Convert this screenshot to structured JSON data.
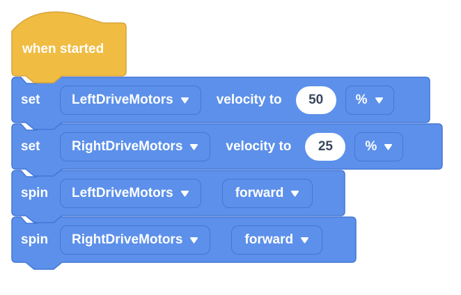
{
  "colors": {
    "canvas_background": "#ffffff",
    "event_block_fill": "#f0bc42",
    "event_block_border": "#d9a43b",
    "motion_block_fill": "#5c90ea",
    "motion_block_border": "#4377d6",
    "block_text": "#ffffff",
    "value_pill_fill": "#ffffff",
    "value_pill_text": "#39465e"
  },
  "hat_block": {
    "label": "when started"
  },
  "blocks": [
    {
      "keyword": "set",
      "motor_dropdown": "LeftDriveMotors",
      "mid_label": "velocity to",
      "value": "50",
      "unit_dropdown": "%"
    },
    {
      "keyword": "set",
      "motor_dropdown": "RightDriveMotors",
      "mid_label": "velocity to",
      "value": "25",
      "unit_dropdown": "%"
    },
    {
      "keyword": "spin",
      "motor_dropdown": "LeftDriveMotors",
      "direction_dropdown": "forward"
    },
    {
      "keyword": "spin",
      "motor_dropdown": "RightDriveMotors",
      "direction_dropdown": "forward"
    }
  ]
}
